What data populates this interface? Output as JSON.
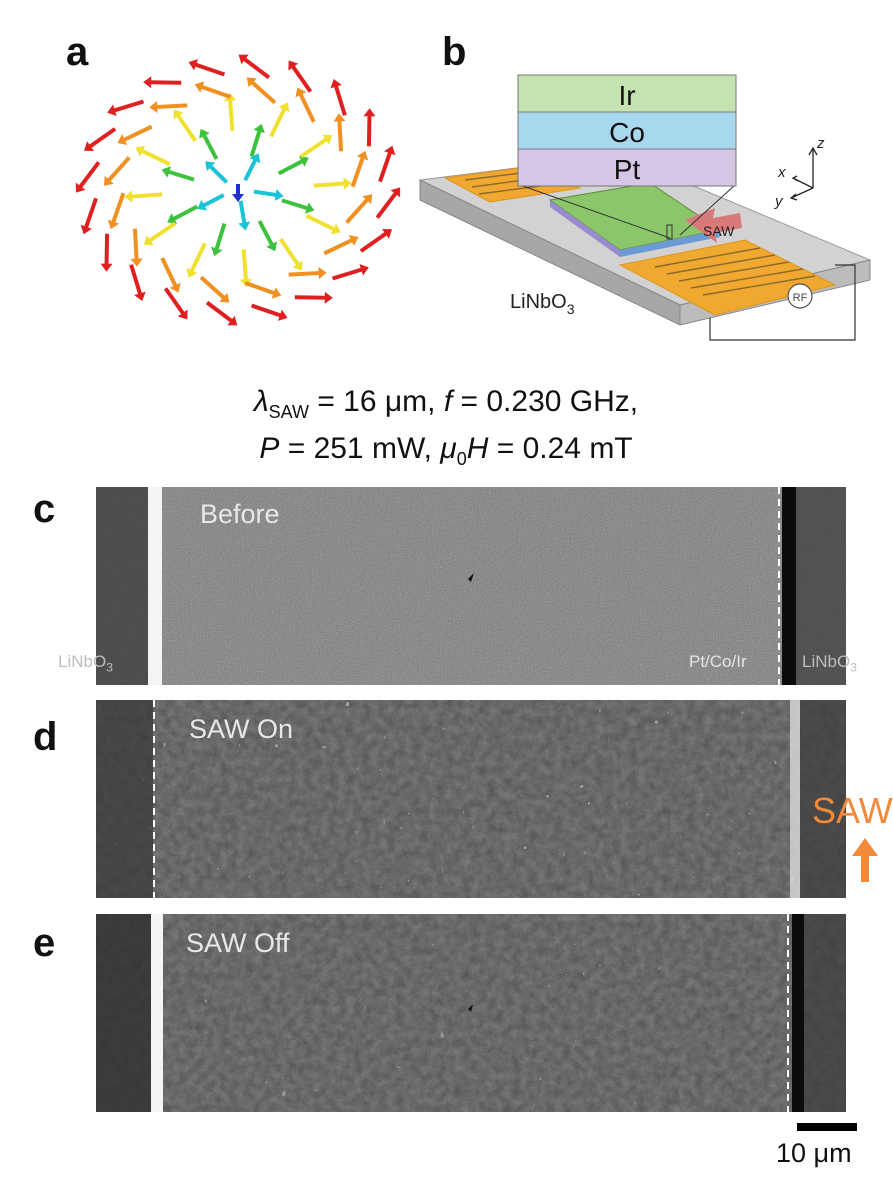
{
  "panels": {
    "a": "a",
    "b": "b",
    "c": "c",
    "d": "d",
    "e": "e"
  },
  "device": {
    "layers": [
      "Ir",
      "Co",
      "Pt"
    ],
    "substrate": "LiNbO",
    "substrate_sub": "3",
    "saw_label": "SAW",
    "rf_label": "RF",
    "axes": {
      "x": "x",
      "y": "y",
      "z": "z"
    }
  },
  "conditions": {
    "lambda_sym": "λ",
    "lambda_sub": "SAW",
    "lambda_val": " = 16 μm, ",
    "f_sym": "f",
    "f_val": " = 0.230 GHz,",
    "p_sym": "P",
    "p_val": " = 251 mW,  ",
    "mu_sym": "μ",
    "mu_sub": "0",
    "h_sym": "H",
    "h_val": " = 0.24 mT"
  },
  "micrographs": {
    "c_label": "Before",
    "d_label": "SAW On",
    "e_label": "SAW Off",
    "left_region": "LiNbO",
    "left_region_sub": "3",
    "film_region": "Pt/Co/Ir",
    "right_region": "LiNbO",
    "right_region_sub": "3"
  },
  "saw_side_label": "SAW",
  "scale_bar": "10 μm",
  "colors": {
    "ir": "#c5e3b0",
    "co": "#a8d8ee",
    "pt": "#d6c6e6",
    "electrode": "#f0a830",
    "saw_arrow": "#f28a3a",
    "arrow_saw": "#d9797a"
  }
}
